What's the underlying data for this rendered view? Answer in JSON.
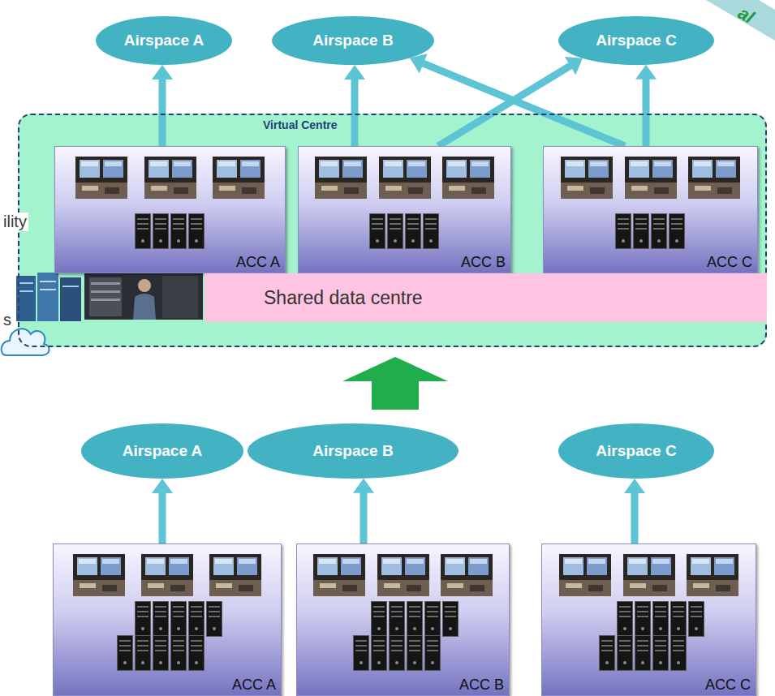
{
  "diagram": {
    "nodes": [
      {
        "text": [
          "Airspace A"
        ]
      },
      {
        "text": [
          "Airspace B"
        ]
      },
      {
        "text": [
          "Airspace C"
        ]
      },
      {
        "text": [
          "Virtual Centre"
        ]
      },
      {
        "text": [
          "ACC A"
        ],
        "in": 3
      },
      {
        "text": [
          "ACC B"
        ],
        "in": 3
      },
      {
        "text": [
          "ACC C"
        ],
        "in": 3
      },
      {
        "text": [
          "Shared data centre"
        ],
        "in": 3
      },
      {
        "text": [
          "Airspace A"
        ]
      },
      {
        "text": [
          "Airspace B"
        ]
      },
      {
        "text": [
          "Airspace C"
        ]
      },
      {
        "text": [
          "ACC A"
        ]
      },
      {
        "text": [
          "ACC B"
        ]
      },
      {
        "text": [
          "ACC C"
        ]
      }
    ],
    "edges": [
      {
        "from": 4,
        "to": 0,
        "arrow": "to"
      },
      {
        "from": 5,
        "to": 1,
        "arrow": "to"
      },
      {
        "from": 5,
        "to": 2,
        "arrow": "to"
      },
      {
        "from": 6,
        "to": 2,
        "arrow": "to"
      },
      {
        "from": 6,
        "to": 1,
        "arrow": "to"
      },
      {
        "from": 11,
        "to": 8,
        "arrow": "to"
      },
      {
        "from": 12,
        "to": 9,
        "arrow": "to"
      },
      {
        "from": 13,
        "to": 10,
        "arrow": "to"
      }
    ],
    "labels": [
      "al",
      "ility",
      "s"
    ]
  }
}
